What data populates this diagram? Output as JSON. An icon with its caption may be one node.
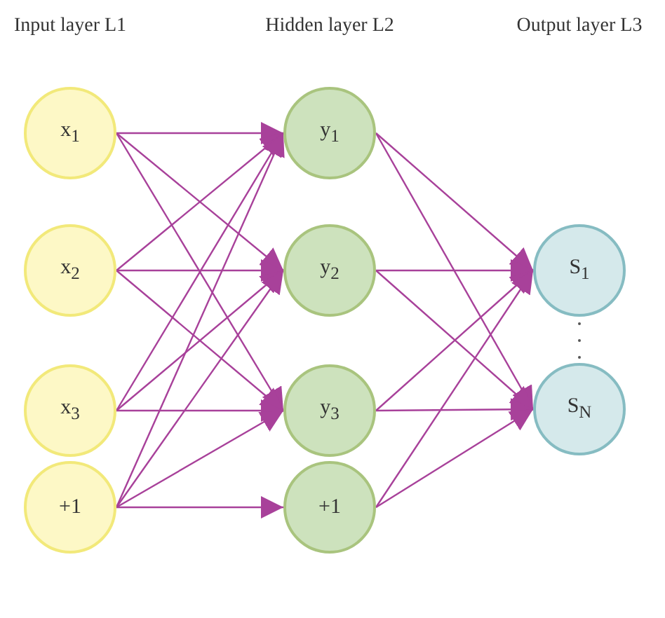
{
  "diagram": {
    "nodes": [
      {
        "text": [
          "x$_{1}$"
        ]
      },
      {
        "text": [
          "x$_{2}$"
        ]
      },
      {
        "text": [
          "x$_{3}$"
        ]
      },
      {
        "text": [
          "+1"
        ]
      },
      {
        "text": [
          "y$_{1}$"
        ]
      },
      {
        "text": [
          "y$_{2}$"
        ]
      },
      {
        "text": [
          "y$_{3}$"
        ]
      },
      {
        "text": [
          "+1"
        ]
      },
      {
        "text": [
          "S$_{1}$"
        ]
      },
      {
        "text": [
          "S$_{N}$"
        ]
      }
    ],
    "edges": [
      {
        "from": 0,
        "to": 4,
        "arrow": "to"
      },
      {
        "from": 0,
        "to": 5,
        "arrow": "to"
      },
      {
        "from": 0,
        "to": 6,
        "arrow": "to"
      },
      {
        "from": 1,
        "to": 4,
        "arrow": "to"
      },
      {
        "from": 1,
        "to": 5,
        "arrow": "to"
      },
      {
        "from": 1,
        "to": 6,
        "arrow": "to"
      },
      {
        "from": 2,
        "to": 4,
        "arrow": "to"
      },
      {
        "from": 2,
        "to": 5,
        "arrow": "to"
      },
      {
        "from": 2,
        "to": 6,
        "arrow": "to"
      },
      {
        "from": 3,
        "to": 4,
        "arrow": "to"
      },
      {
        "from": 3,
        "to": 5,
        "arrow": "to"
      },
      {
        "from": 3,
        "to": 6,
        "arrow": "to"
      },
      {
        "from": 3,
        "to": 7,
        "arrow": "to"
      },
      {
        "from": 4,
        "to": 8,
        "arrow": "to"
      },
      {
        "from": 4,
        "to": 9,
        "arrow": "to"
      },
      {
        "from": 5,
        "to": 8,
        "arrow": "to"
      },
      {
        "from": 5,
        "to": 9,
        "arrow": "to"
      },
      {
        "from": 6,
        "to": 8,
        "arrow": "to"
      },
      {
        "from": 6,
        "to": 9,
        "arrow": "to"
      },
      {
        "from": 7,
        "to": 8,
        "arrow": "to"
      },
      {
        "from": 7,
        "to": 9,
        "arrow": "to"
      }
    ],
    "labels": [
      "Input layer L1",
      "Hidden layer L2",
      "Output layer L3"
    ]
  }
}
